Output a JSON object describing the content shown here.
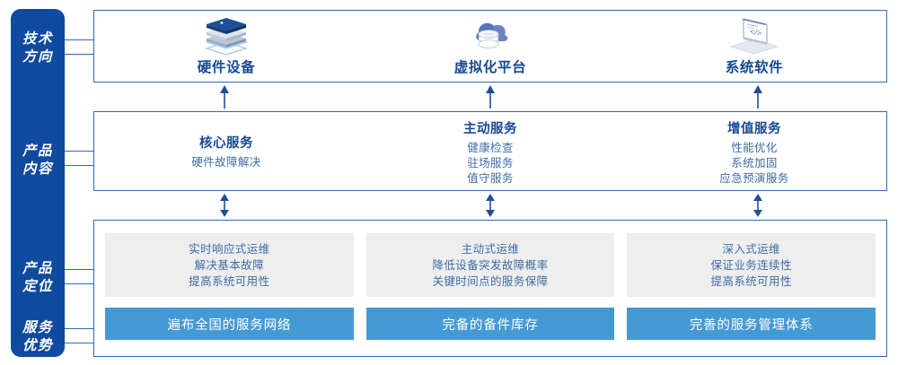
{
  "sidebar": {
    "items": [
      {
        "name": "tech-direction",
        "line1": "技术",
        "line2": "方向"
      },
      {
        "name": "product-content",
        "line1": "产品",
        "line2": "内容"
      },
      {
        "name": "product-position",
        "line1": "产品",
        "line2": "定位"
      },
      {
        "name": "service-advantage",
        "line1": "服务",
        "line2": "优势"
      }
    ],
    "color": "#0f4a9e"
  },
  "tech_row": {
    "columns": [
      {
        "icon": "server-stack-icon",
        "label": "硬件设备"
      },
      {
        "icon": "cloud-database-icon",
        "label": "虚拟化平台"
      },
      {
        "icon": "laptop-code-icon",
        "label": "系统软件"
      }
    ]
  },
  "content_row": {
    "columns": [
      {
        "title": "核心服务",
        "items": [
          "硬件故障解决"
        ]
      },
      {
        "title": "主动服务",
        "items": [
          "健康检查",
          "驻场服务",
          "值守服务"
        ]
      },
      {
        "title": "增值服务",
        "items": [
          "性能优化",
          "系统加固",
          "应急预演服务"
        ]
      }
    ]
  },
  "position_row": {
    "boxes": [
      {
        "lines": [
          "实时响应式运维",
          "解决基本故障",
          "提高系统可用性"
        ]
      },
      {
        "lines": [
          "主动式运维",
          "降低设备突发故障概率",
          "关键时间点的服务保障"
        ]
      },
      {
        "lines": [
          "深入式运维",
          "保证业务连续性",
          "提高系统可用性"
        ]
      }
    ]
  },
  "advantage_row": {
    "bars": [
      {
        "label": "遍布全国的服务网络"
      },
      {
        "label": "完备的备件库存"
      },
      {
        "label": "完善的服务管理体系"
      }
    ],
    "color": "#459ad5"
  },
  "colors": {
    "sidebar_blue": "#0f4a9e",
    "border_blue": "#2f6bb4",
    "title_blue": "#174a93",
    "text_blue": "#3e6ca5",
    "bar_blue": "#459ad5",
    "gray_box": "#eeeeee"
  }
}
